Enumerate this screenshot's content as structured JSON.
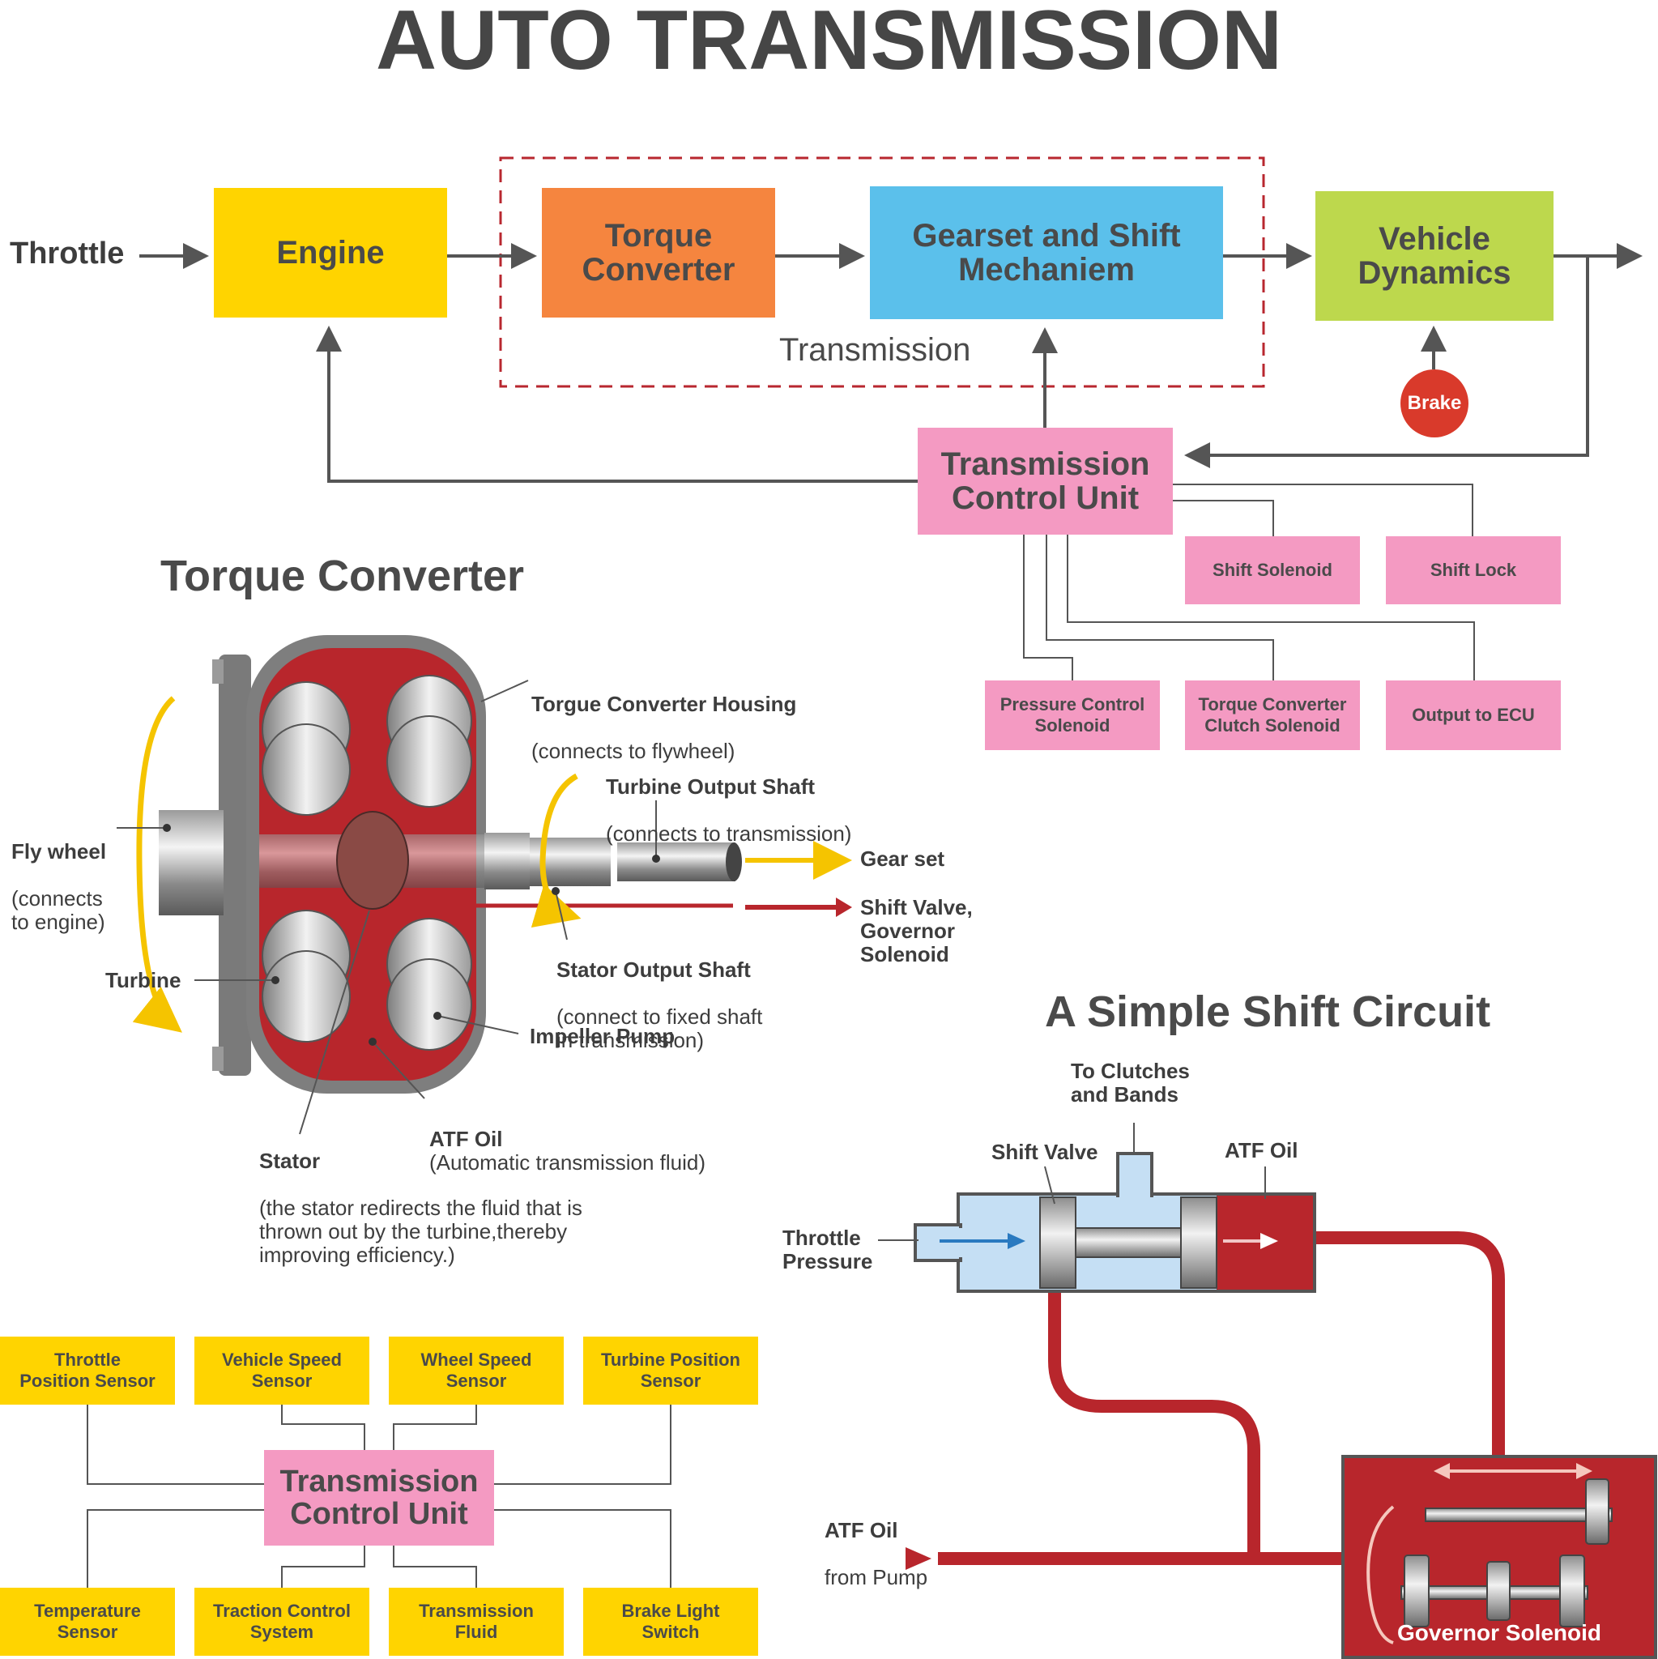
{
  "title": "AUTO TRANSMISSION",
  "flow": {
    "throttle": "Throttle",
    "engine": "Engine",
    "torque_converter": "Torque\nConverter",
    "gearset": "Gearset and Shift\nMechaniem",
    "vehicle_dynamics": "Vehicle\nDynamics",
    "transmission_label": "Transmission",
    "brake": "Brake",
    "tcu": "Transmission\nControl Unit",
    "shift_solenoid": "Shift Solenoid",
    "shift_lock": "Shift Lock",
    "pressure_control": "Pressure Control\nSolenoid",
    "tcc_solenoid": "Torque Converter\nClutch Solenoid",
    "output_ecu": "Output to ECU"
  },
  "torque_converter": {
    "heading": "Torque Converter",
    "housing_title": "Torgue Converter Housing",
    "housing_sub": "(connects to flywheel)",
    "turbine_shaft_title": "Turbine Output Shaft",
    "turbine_shaft_sub": "(connects to transmission)",
    "flywheel_title": "Fly wheel",
    "flywheel_sub": "(connects\n to engine)",
    "gear_set": "Gear set",
    "shift_valve_gov": "Shift Valve,\nGovernor\nSolenoid",
    "stator_shaft_title": "Stator Output Shaft",
    "stator_shaft_sub": "(connect to fixed shaft\nin transmission)",
    "turbine": "Turbine",
    "impeller": "Impeller Pump",
    "atf_title": "ATF Oil",
    "atf_sub": "(Automatic transmission fluid)",
    "stator_title": "Stator",
    "stator_sub": "(the stator redirects the fluid that is\nthrown out by the turbine,thereby\nimproving efficiency.)"
  },
  "shift_circuit": {
    "heading": "A Simple Shift Circuit",
    "to_clutches": "To Clutches\nand Bands",
    "shift_valve": "Shift Valve",
    "atf_oil": "ATF Oil",
    "throttle_pressure": "Throttle\nPressure",
    "atf_from_pump_title": "ATF Oil",
    "atf_from_pump_sub": "from Pump",
    "governor": "Governor Solenoid"
  },
  "sensors": {
    "tcu": "Transmission\nControl Unit",
    "top": [
      "Throttle\nPosition Sensor",
      "Vehicle Speed\nSensor",
      "Wheel Speed\nSensor",
      "Turbine Position\nSensor"
    ],
    "bottom": [
      "Temperature\nSensor",
      "Traction Control\nSystem",
      "Transmission\nFluid",
      "Brake Light\nSwitch"
    ]
  },
  "colors": {
    "engine": "#ffd400",
    "torque_converter": "#f5853f",
    "gearset": "#5bc0eb",
    "vehicle_dynamics": "#bdd84d",
    "tcu": "#f49ac2",
    "brake": "#d93a2b",
    "dashed": "#b8272f",
    "oil_red": "#b8262c",
    "arrow_gray": "#555555"
  }
}
